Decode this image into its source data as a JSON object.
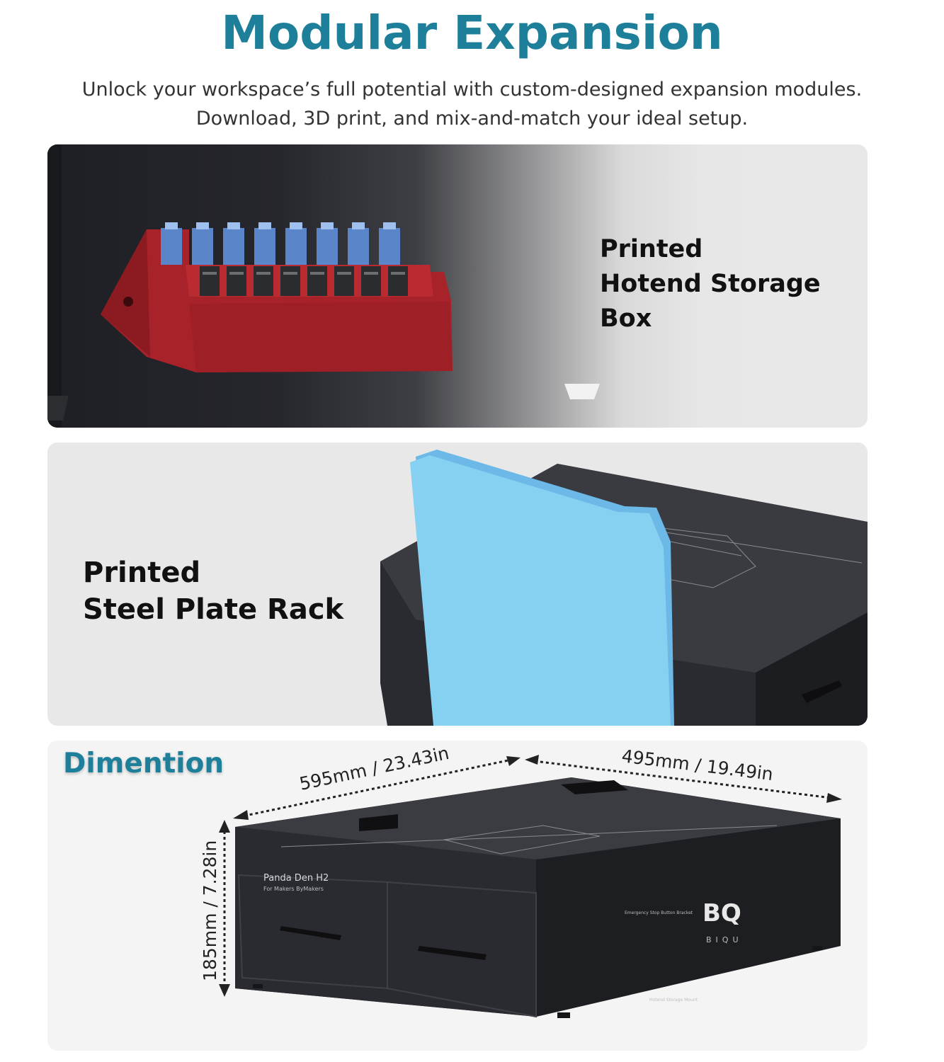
{
  "header": {
    "title": "Modular Expansion",
    "subtitle_line1": "Unlock your workspace’s full potential with custom-designed expansion modules.",
    "subtitle_line2": "Download, 3D print, and mix-and-match your ideal setup."
  },
  "modules": [
    {
      "label_line1": "Printed",
      "label_line2": "Hotend Storage Box"
    },
    {
      "label_line1": "Printed",
      "label_line2": "Steel Plate Rack"
    }
  ],
  "dimensions": {
    "title": "Dimention",
    "length": "595mm / 23.43in",
    "width": "495mm / 19.49in",
    "height": "185mm / 7.28in"
  },
  "product": {
    "name": "Panda Den H2",
    "tagline": "For Makers ByMakers",
    "logo": "BQ",
    "brand": "BIQU",
    "side_label": "Emergency Stop Button Bracket",
    "front_label": "Hotend Storage Mount"
  },
  "colors": {
    "accent": "#1d7f9a",
    "module_red": "#a8222a",
    "plate_blue": "#7ecbf0",
    "device_black": "#25262b"
  }
}
